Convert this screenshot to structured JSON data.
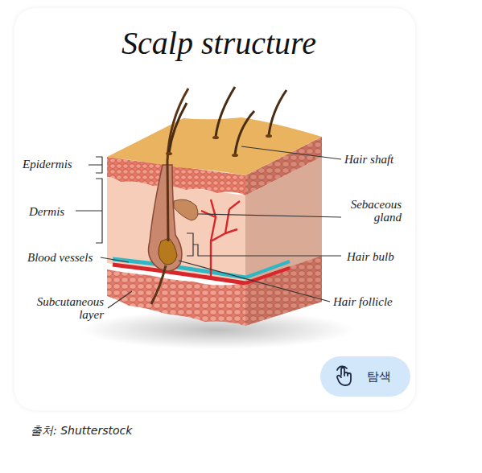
{
  "diagram": {
    "title": "Scalp structure",
    "caption": "출처: Shutterstock",
    "nodes": [
      {
        "text": [
          "탐색"
        ]
      }
    ],
    "labels": [
      "Epidermis",
      "Dermis",
      "Blood vessels",
      "Subcutaneous layer",
      "Hair shaft",
      "Sebaceous gland",
      "Hair bulb",
      "Hair follicle"
    ]
  }
}
